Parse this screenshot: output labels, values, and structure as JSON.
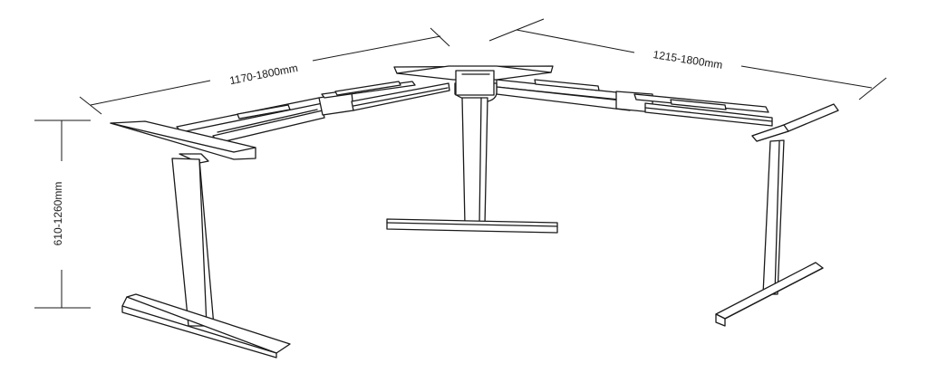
{
  "dimensions": {
    "left_arm_length": "1170-1800mm",
    "right_arm_length": "1215-1800mm",
    "height_range": "610-1260mm"
  },
  "colors": {
    "line": "#1a1a1a",
    "background": "#ffffff"
  }
}
